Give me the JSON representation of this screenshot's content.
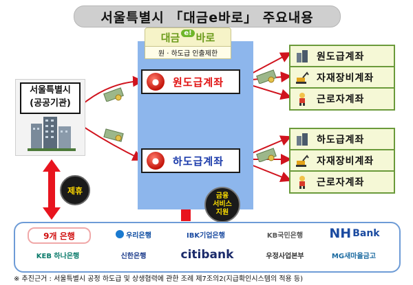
{
  "title": "서울특별시 「대금e바로」 주요내용",
  "brand": {
    "pre": "대금",
    "e": "e!",
    "post": "바로",
    "subtitle": "원 · 하도급 인출제한"
  },
  "gov": {
    "line1": "서울특별시",
    "line2": "(공공기관)"
  },
  "center": {
    "prime_account": "원도급계좌",
    "sub_account": "하도급계좌"
  },
  "right_top": [
    {
      "label": "원도급계좌",
      "icon": "building-icon"
    },
    {
      "label": "자재장비계좌",
      "icon": "excavator-icon"
    },
    {
      "label": "근로자계좌",
      "icon": "worker-icon"
    }
  ],
  "right_bottom": [
    {
      "label": "하도급계좌",
      "icon": "building-icon"
    },
    {
      "label": "자재장비계좌",
      "icon": "excavator-icon"
    },
    {
      "label": "근로자계좌",
      "icon": "worker-icon"
    }
  ],
  "badges": {
    "partnership": "제휴",
    "fin_1": "금융",
    "fin_2": "서비스",
    "fin_3": "지원"
  },
  "banks": {
    "nine": "9개 은행",
    "woori": "우리은행",
    "ibk": "IBK기업은행",
    "kb": "KB국민은행",
    "nh": "NH",
    "nh_bank": "Bank",
    "keb": "KEB 하나은행",
    "shinhan": "신한은행",
    "citi": "citibank",
    "post": "우정사업본부",
    "mg": "MG새마을금고"
  },
  "footnote": "※ 추진근거 : 서울특별시 공정 하도급 및 상생협력에 관한 조례 제7조의2(지급확인시스템의 적용 등)",
  "colors": {
    "panel": "#8db6ec",
    "red_arrow": "#e8141e",
    "right_border": "#6a9a3a",
    "bank_border": "#6d9bd6"
  }
}
